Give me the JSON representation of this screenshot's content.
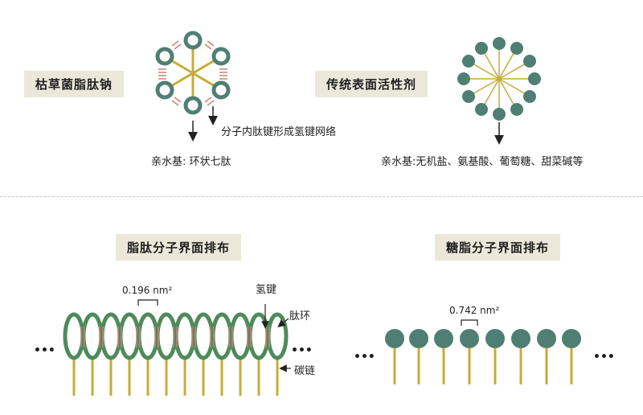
{
  "top_left": {
    "title": "枯草菌脂肽钠",
    "annotation": "分子内肽键形成氢键网络",
    "hydrophilic": "亲水基: 环状七肽"
  },
  "top_right": {
    "title": "传统表面活性剂",
    "hydrophilic": "亲水基:无机盐、氨基酸、葡萄糖、甜菜碱等"
  },
  "bottom_left": {
    "title": "脂肽分子界面排布",
    "area": "0.196 nm²",
    "label_hbond": "氢键",
    "label_ring": "肽环",
    "label_chain": "碳链",
    "ellipsis_left": "•••",
    "ellipsis_right": "•••"
  },
  "bottom_right": {
    "title": "糖脂分子界面排布",
    "area": "0.742 nm²",
    "ellipsis_left": "•••",
    "ellipsis_right": "•••"
  },
  "colors": {
    "ring_green": "#4f8a5b",
    "head_teal": "#4f7f72",
    "chain_gold": "#c6ac3a",
    "hbond_red": "#c9827a",
    "label_bg": "#ebe8d9"
  }
}
